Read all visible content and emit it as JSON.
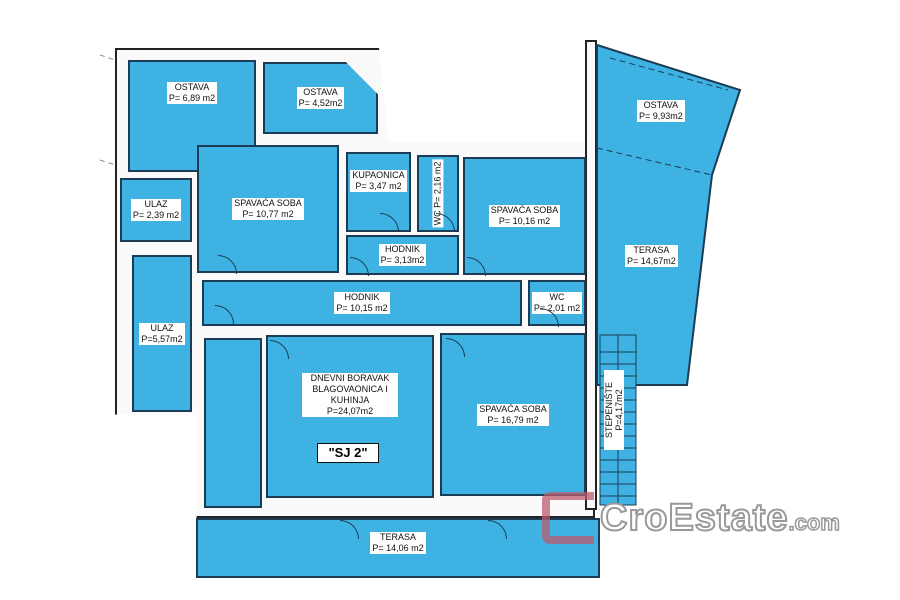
{
  "plan": {
    "unit_label": "\"SJ 2\"",
    "rooms": [
      {
        "name": "OSTAVA",
        "area": "P= 6,89 m2"
      },
      {
        "name": "OSTAVA",
        "area": "P= 4,52m2"
      },
      {
        "name": "SPAVAĆA SOBA",
        "area": "P= 10,77 m2"
      },
      {
        "name": "KUPAONICA",
        "area": "P= 3,47 m2"
      },
      {
        "name": "WC",
        "area": "P= 2,16 m2"
      },
      {
        "name": "SPAVAĆA SOBA",
        "area": "P= 10,16 m2"
      },
      {
        "name": "HODNIK",
        "area": "P= 3,13m2"
      },
      {
        "name": "ULAZ",
        "area": "P= 2,39 m2"
      },
      {
        "name": "ULAZ",
        "area": "P=5,57m2"
      },
      {
        "name": "HODNIK",
        "area": "P= 10,15 m2"
      },
      {
        "name": "WC",
        "area": "P= 2,01 m2"
      },
      {
        "name": "DNEVNI BORAVAK BLAGOVAONICA I KUHINJA",
        "area": "P=24,07m2"
      },
      {
        "name": "SPAVAĆA SOBA",
        "area": "P= 16,79 m2"
      },
      {
        "name": "TERASA",
        "area": "P= 14,06 m2"
      },
      {
        "name": "STEPENIŠTE",
        "area": "P=4,17m2"
      },
      {
        "name": "TERASA",
        "area": "P= 14,67m2"
      },
      {
        "name": "OSTAVA",
        "area": "P= 9,93m2"
      }
    ]
  },
  "watermark": {
    "brand": "CroEstate",
    "suffix": ".com"
  },
  "colors": {
    "room": "#3db2e3",
    "wall": "#1c3c55"
  }
}
